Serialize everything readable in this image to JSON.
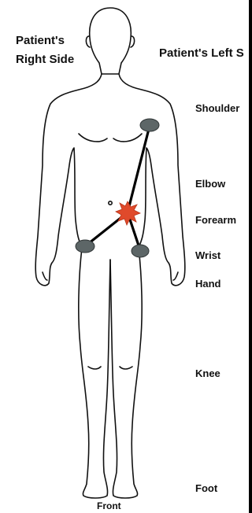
{
  "labels": {
    "patient_right_side": "Patient's Right Side",
    "patient_left_side": "Patient's Left S",
    "view": "Front"
  },
  "regions": [
    "Shoulder",
    "Elbow",
    "Forearm",
    "Wrist",
    "Hand",
    "Knee",
    "Foot"
  ],
  "markers": {
    "node_color": "#5d6667",
    "line_color": "#000000",
    "burst_color": "#e04a2b",
    "nodes": [
      "left-shoulder-node",
      "right-hip-node",
      "left-hip-node"
    ],
    "burst": "abdomen-burst"
  }
}
